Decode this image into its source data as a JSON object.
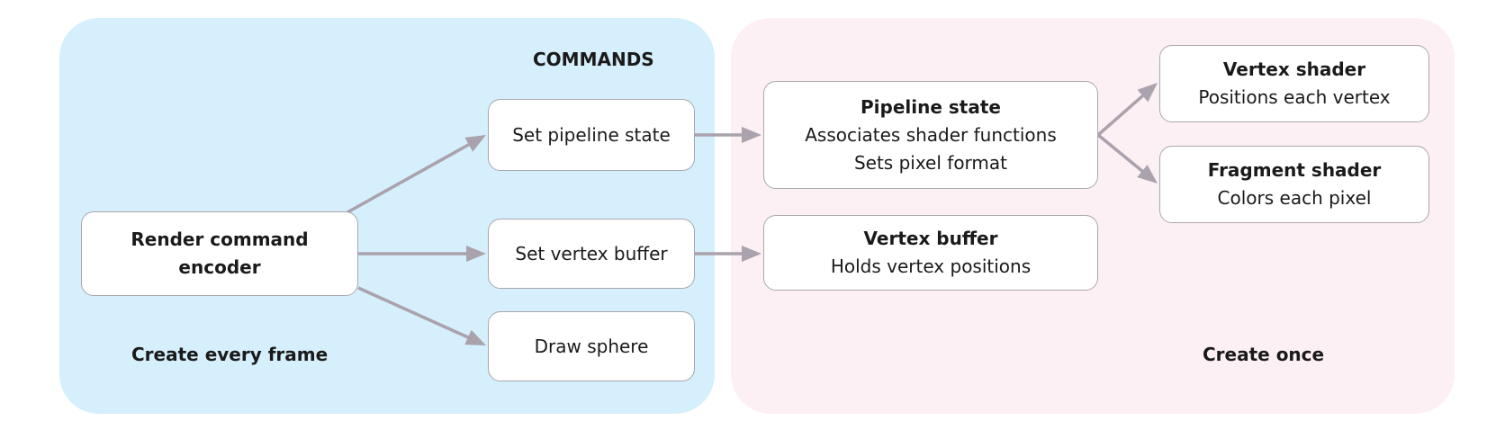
{
  "labels": {
    "commands": "COMMANDS",
    "create_every_frame": "Create every frame",
    "create_once": "Create once"
  },
  "encoder": {
    "title_line1": "Render command",
    "title_line2": "encoder"
  },
  "commands": {
    "set_pipeline": "Set pipeline state",
    "set_vertex_buffer": "Set vertex buffer",
    "draw_sphere": "Draw sphere"
  },
  "pipeline_state": {
    "title": "Pipeline state",
    "line1": "Associates shader functions",
    "line2": "Sets pixel format"
  },
  "vertex_buffer": {
    "title": "Vertex buffer",
    "line1": "Holds vertex positions"
  },
  "vertex_shader": {
    "title": "Vertex shader",
    "line1": "Positions each vertex"
  },
  "fragment_shader": {
    "title": "Fragment shader",
    "line1": "Colors each pixel"
  },
  "colors": {
    "frame_panel": "#d6effc",
    "once_panel": "#fdf0f4",
    "arrow": "#aaa2ac",
    "box_border": "#a8a8ae"
  }
}
